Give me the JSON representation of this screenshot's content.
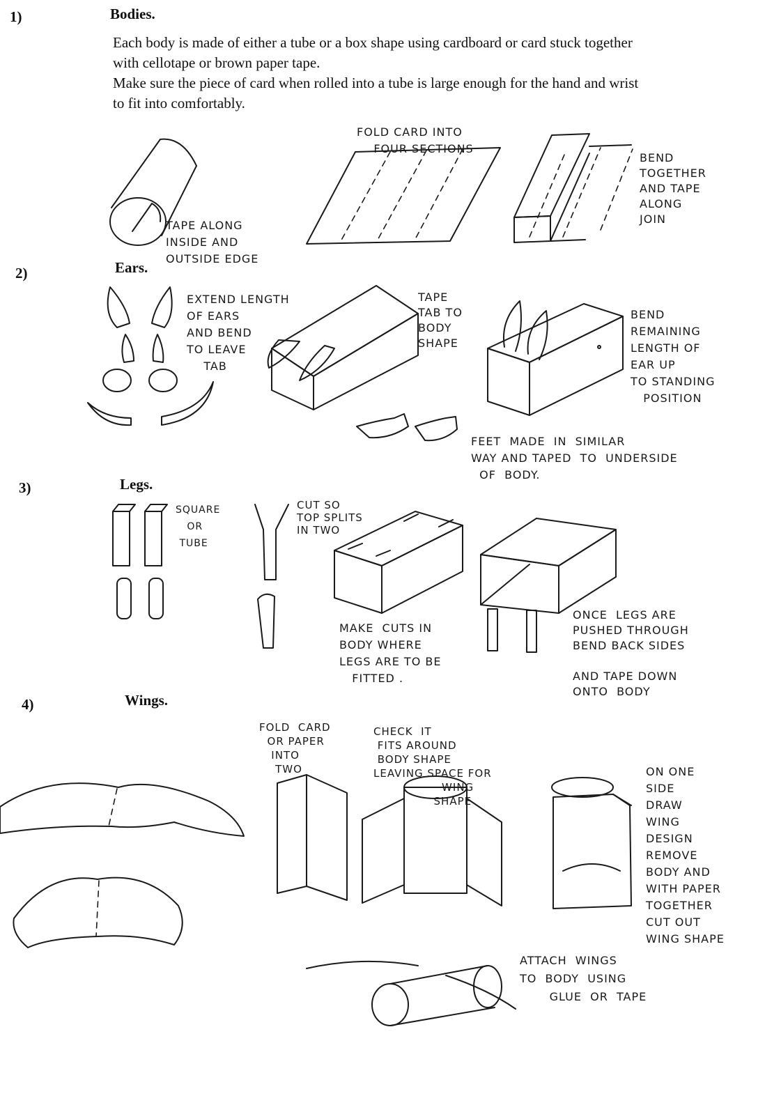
{
  "sections": [
    {
      "number": "1)",
      "title": "Bodies."
    },
    {
      "number": "2)",
      "title": "Ears."
    },
    {
      "number": "3)",
      "title": "Legs."
    },
    {
      "number": "4)",
      "title": "Wings."
    }
  ],
  "intro": {
    "line1": "Each body is made of either a tube or a box shape using cardboard or card stuck together with cellotape or brown paper tape.",
    "line2": "Make sure the piece of card when rolled into a tube is large enough for the hand and wrist to fit into comfortably."
  },
  "notes": {
    "tape_along": "TAPE ALONG\nINSIDE AND\nOUTSIDE EDGE",
    "fold_card": "FOLD CARD INTO\n    FOUR SECTIONS",
    "bend_together": "BEND\nTOGETHER\nAND TAPE\nALONG\nJOIN",
    "extend_ears": "EXTEND LENGTH\nOF EARS\nAND BEND\nTO LEAVE\n    TAB",
    "tape_tab": "TAPE\nTAB TO\nBODY\nSHAPE",
    "bend_remaining": "BEND\nREMAINING\nLENGTH OF\nEAR UP\nTO STANDING\n   POSITION",
    "feet": "FEET  MADE  IN  SIMILAR\nWAY AND TAPED  TO  UNDERSIDE\n  OF  BODY.",
    "square_tube": "SQUARE\n   OR\n TUBE",
    "cut_so": "CUT SO\nTOP SPLITS\nIN TWO",
    "make_cuts": "MAKE  CUTS IN\nBODY WHERE\nLEGS ARE TO BE\n   FITTED .",
    "once_legs": "ONCE  LEGS ARE\nPUSHED THROUGH\nBEND BACK SIDES\n\nAND TAPE DOWN\nONTO  BODY",
    "fold_paper": "FOLD  CARD\n  OR PAPER\n   INTO\n    TWO",
    "check_it": "CHECK  IT\n FITS AROUND\n BODY SHAPE\nLEAVING SPACE FOR\n                 WING\n               SHAPE",
    "on_one_side": "ON ONE\nSIDE\nDRAW\nWING\nDESIGN\nREMOVE\nBODY AND\nWITH PAPER\nTOGETHER\nCUT OUT\nWING SHAPE",
    "attach_wings": "ATTACH  WINGS\nTO  BODY  USING\n       GLUE  OR  TAPE"
  }
}
